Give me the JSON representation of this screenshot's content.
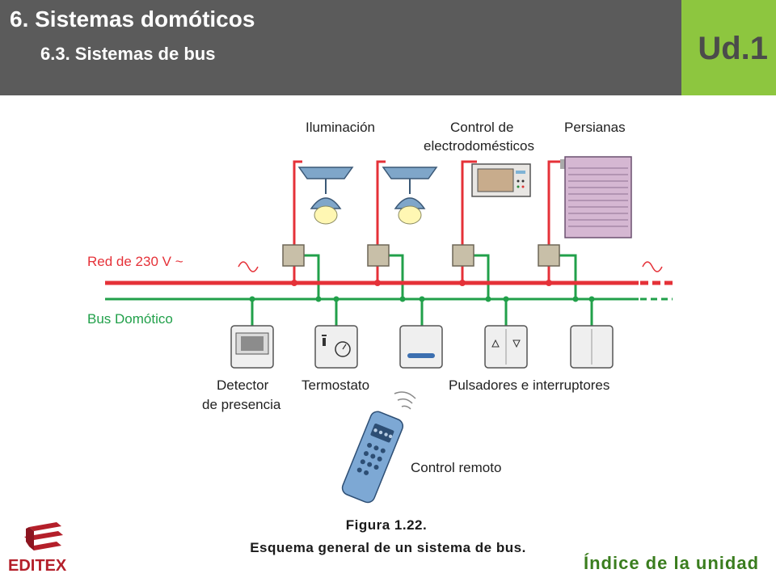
{
  "header": {
    "title": "6. Sistemas domóticos",
    "subtitle": "6.3. Sistemas de bus",
    "unit_label": "Ud.1",
    "bg_color": "#5b5b5b",
    "unit_color": "#8dc63f"
  },
  "diagram": {
    "labels": {
      "lighting": "Iluminación",
      "appliance_control_line1": "Control de",
      "appliance_control_line2": "electrodomésticos",
      "blinds": "Persianas",
      "mains": "Red de 230 V ~",
      "bus": "Bus Domótico",
      "detector_line1": "Detector",
      "detector_line2": "de presencia",
      "thermostat": "Termostato",
      "switches": "Pulsadores e interruptores",
      "remote": "Control remoto"
    },
    "colors": {
      "mains_line": "#e53138",
      "bus_line": "#21a04a"
    }
  },
  "caption": {
    "figure": "Figura 1.22.",
    "text": "Esquema general de un sistema de bus."
  },
  "footer": {
    "logo_text": "EDITEX",
    "index_link": "Índice de la unidad"
  }
}
